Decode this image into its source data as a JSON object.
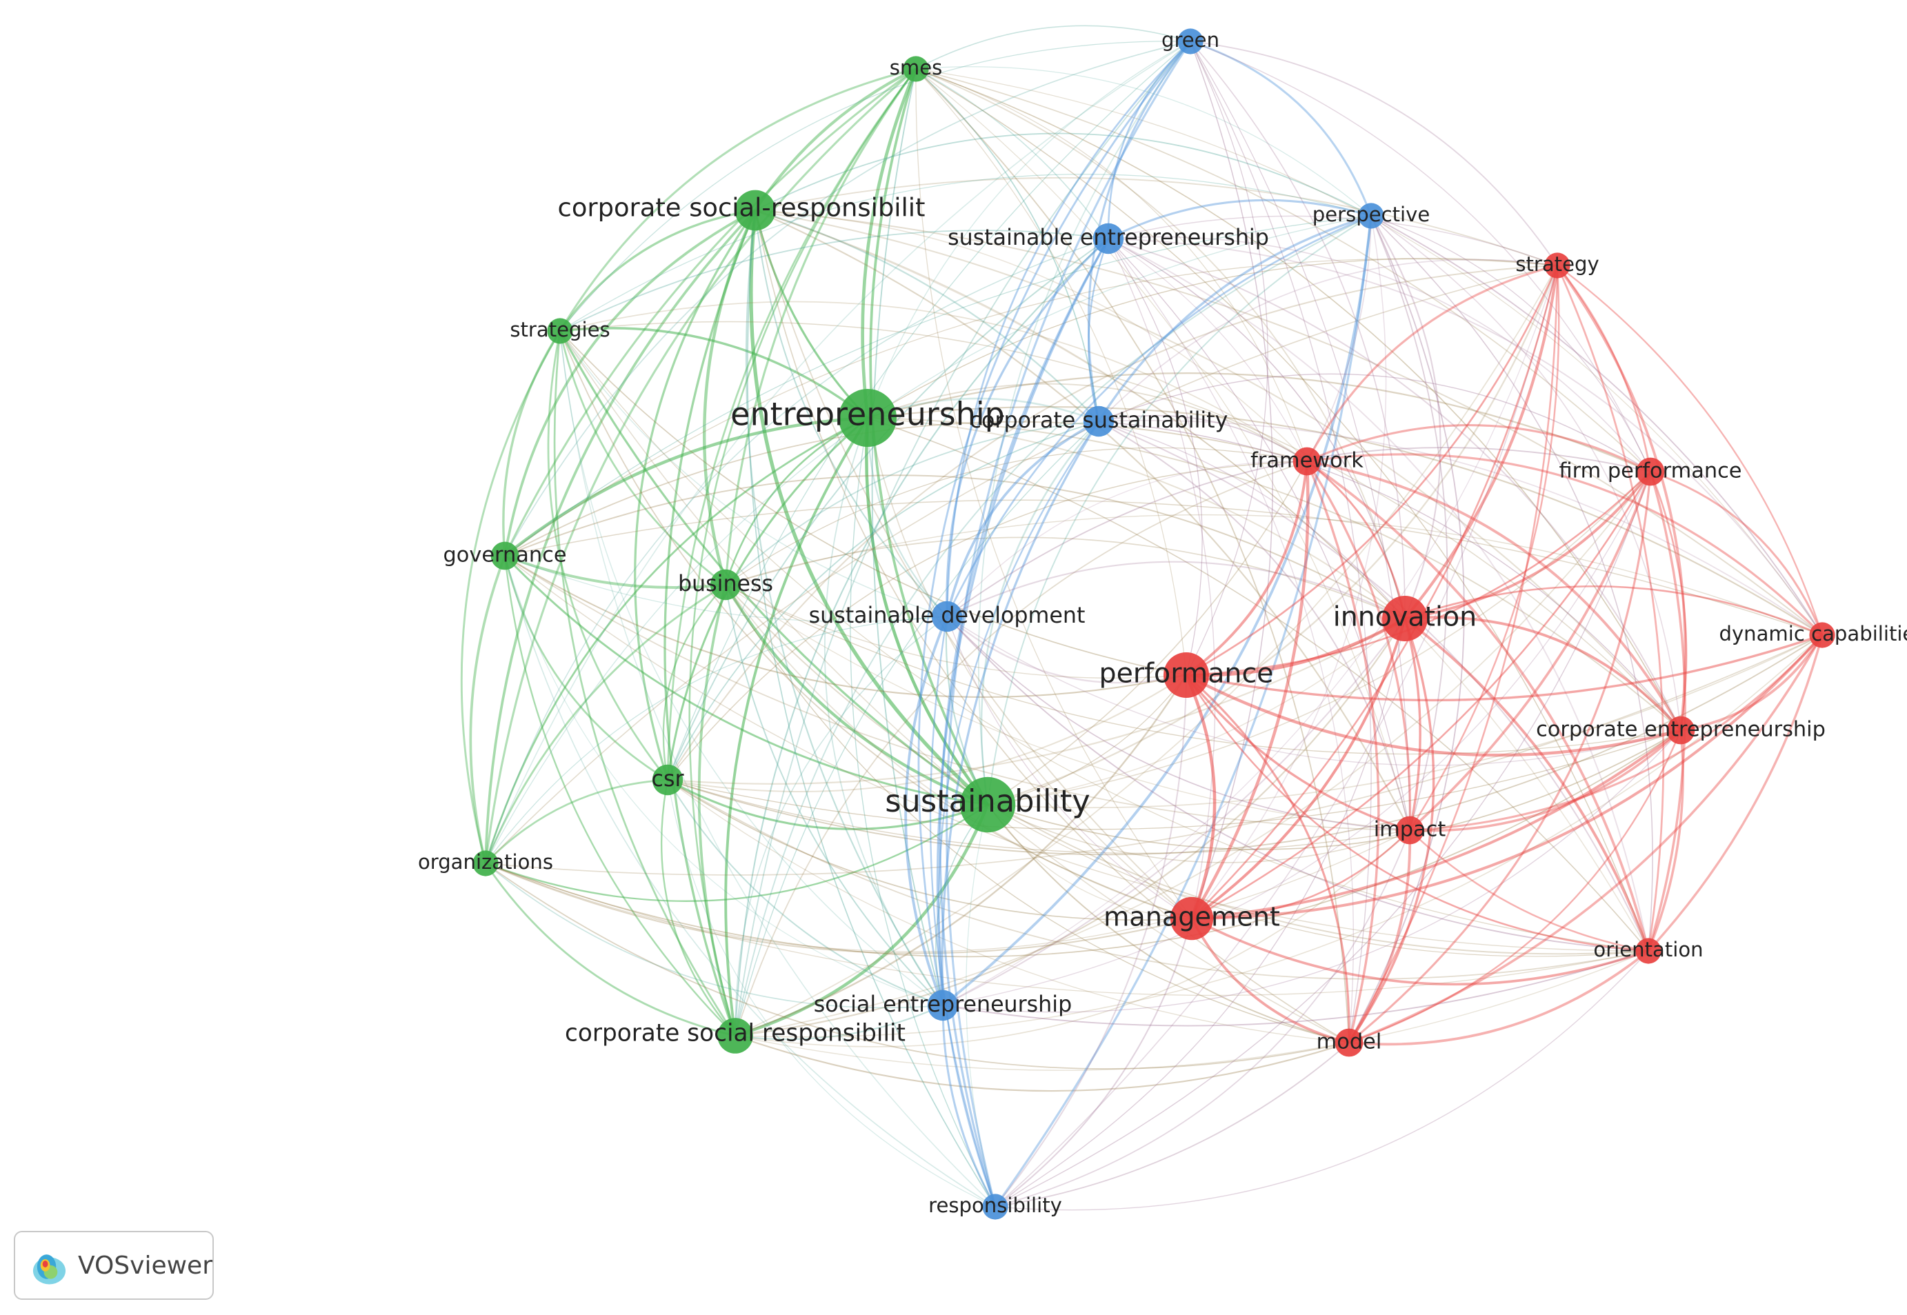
{
  "app": {
    "name": "VOSviewer",
    "logo_icon": "vosviewer-logo-icon"
  },
  "clusters": {
    "red": "#e8413f",
    "green": "#3fb04a",
    "blue": "#4a90d9"
  },
  "nodes": [
    {
      "id": "entrepreneurship",
      "label": "entrepreneurship",
      "cluster": "green",
      "weight": 10
    },
    {
      "id": "sustainability",
      "label": "sustainability",
      "cluster": "green",
      "weight": 9.5
    },
    {
      "id": "csr-hyphen",
      "label": "corporate social-responsibilit",
      "cluster": "green",
      "weight": 6.5
    },
    {
      "id": "csr-space",
      "label": "corporate social responsibilit",
      "cluster": "green",
      "weight": 5.5
    },
    {
      "id": "smes",
      "label": "smes",
      "cluster": "green",
      "weight": 3.5
    },
    {
      "id": "strategies",
      "label": "strategies",
      "cluster": "green",
      "weight": 3.5
    },
    {
      "id": "governance",
      "label": "governance",
      "cluster": "green",
      "weight": 4
    },
    {
      "id": "business",
      "label": "business",
      "cluster": "green",
      "weight": 4.5
    },
    {
      "id": "csr",
      "label": "csr",
      "cluster": "green",
      "weight": 4.5
    },
    {
      "id": "organizations",
      "label": "organizations",
      "cluster": "green",
      "weight": 3.5
    },
    {
      "id": "green",
      "label": "green",
      "cluster": "blue",
      "weight": 3.5
    },
    {
      "id": "sustainable-entrepreneurship",
      "label": "sustainable entrepreneurship",
      "cluster": "blue",
      "weight": 4.5
    },
    {
      "id": "perspective",
      "label": "perspective",
      "cluster": "blue",
      "weight": 3.5
    },
    {
      "id": "corporate-sustainability",
      "label": "corporate sustainability",
      "cluster": "blue",
      "weight": 4.5
    },
    {
      "id": "sustainable-development",
      "label": "sustainable development",
      "cluster": "blue",
      "weight": 4.5
    },
    {
      "id": "social-entrepreneurship",
      "label": "social entrepreneurship",
      "cluster": "blue",
      "weight": 4.5
    },
    {
      "id": "responsibility",
      "label": "responsibility",
      "cluster": "blue",
      "weight": 3.5
    },
    {
      "id": "strategy",
      "label": "strategy",
      "cluster": "red",
      "weight": 3.5
    },
    {
      "id": "framework",
      "label": "framework",
      "cluster": "red",
      "weight": 4
    },
    {
      "id": "firm-performance",
      "label": "firm performance",
      "cluster": "red",
      "weight": 4
    },
    {
      "id": "innovation",
      "label": "innovation",
      "cluster": "red",
      "weight": 7.5
    },
    {
      "id": "dynamic-capabilities",
      "label": "dynamic capabilities",
      "cluster": "red",
      "weight": 3.5
    },
    {
      "id": "performance",
      "label": "performance",
      "cluster": "red",
      "weight": 7.5
    },
    {
      "id": "corporate-entrepreneurship",
      "label": "corporate entrepreneurship",
      "cluster": "red",
      "weight": 4
    },
    {
      "id": "impact",
      "label": "impact",
      "cluster": "red",
      "weight": 4
    },
    {
      "id": "management",
      "label": "management",
      "cluster": "red",
      "weight": 7
    },
    {
      "id": "orientation",
      "label": "orientation",
      "cluster": "red",
      "weight": 3.5
    },
    {
      "id": "model",
      "label": "model",
      "cluster": "red",
      "weight": 4
    }
  ]
}
